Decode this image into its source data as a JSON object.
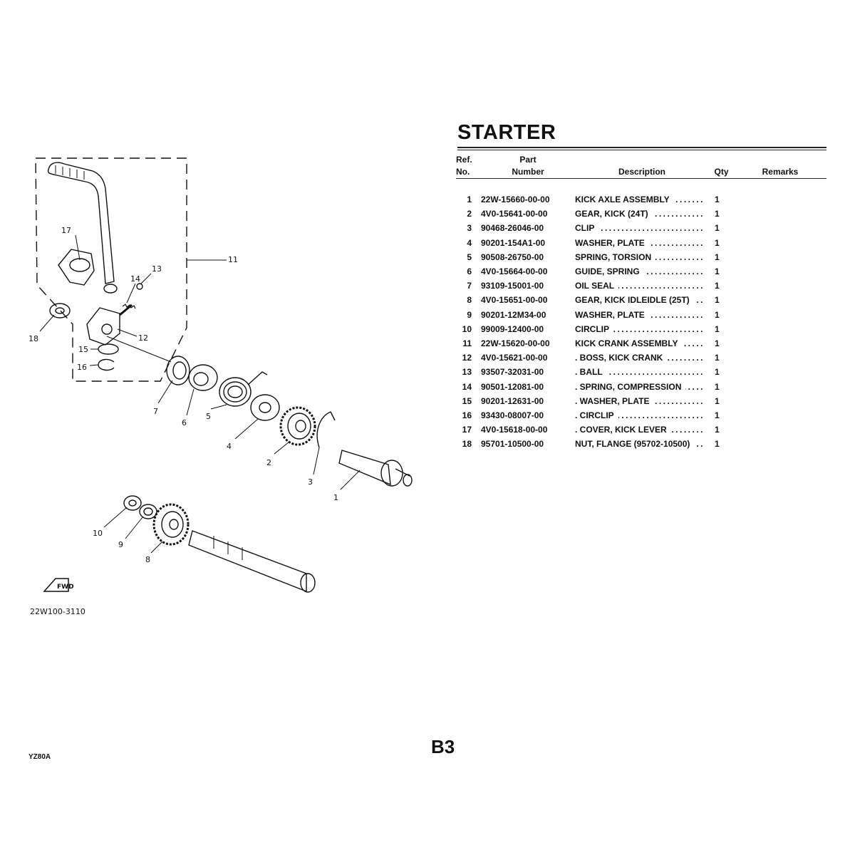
{
  "title": "STARTER",
  "table": {
    "headers": {
      "ref_top": "Ref.",
      "ref_bottom": "No.",
      "part_top": "Part",
      "part_bottom": "Number",
      "description": "Description",
      "qty": "Qty",
      "remarks": "Remarks"
    },
    "rows": [
      {
        "ref": "1",
        "part": "22W-15660-00-00",
        "desc": "KICK AXLE ASSEMBLY",
        "qty": "1"
      },
      {
        "ref": "2",
        "part": "4V0-15641-00-00",
        "desc": "GEAR, KICK (24T)",
        "qty": "1"
      },
      {
        "ref": "3",
        "part": "90468-26046-00",
        "desc": "CLIP",
        "qty": "1"
      },
      {
        "ref": "4",
        "part": "90201-154A1-00",
        "desc": "WASHER, PLATE",
        "qty": "1"
      },
      {
        "ref": "5",
        "part": "90508-26750-00",
        "desc": "SPRING, TORSION",
        "qty": "1"
      },
      {
        "ref": "6",
        "part": "4V0-15664-00-00",
        "desc": "GUIDE, SPRING",
        "qty": "1"
      },
      {
        "ref": "7",
        "part": "93109-15001-00",
        "desc": "OIL SEAL",
        "qty": "1"
      },
      {
        "ref": "8",
        "part": "4V0-15651-00-00",
        "desc": "GEAR, KICK IDLEIDLE (25T)",
        "qty": "1"
      },
      {
        "ref": "9",
        "part": "90201-12M34-00",
        "desc": "WASHER, PLATE",
        "qty": "1"
      },
      {
        "ref": "10",
        "part": "99009-12400-00",
        "desc": "CIRCLIP",
        "qty": "1"
      },
      {
        "ref": "11",
        "part": "22W-15620-00-00",
        "desc": "KICK CRANK ASSEMBLY",
        "qty": "1"
      },
      {
        "ref": "12",
        "part": "4V0-15621-00-00",
        "desc": ". BOSS, KICK CRANK",
        "qty": "1"
      },
      {
        "ref": "13",
        "part": "93507-32031-00",
        "desc": ". BALL",
        "qty": "1"
      },
      {
        "ref": "14",
        "part": "90501-12081-00",
        "desc": ". SPRING, COMPRESSION",
        "qty": "1"
      },
      {
        "ref": "15",
        "part": "90201-12631-00",
        "desc": ". WASHER, PLATE",
        "qty": "1"
      },
      {
        "ref": "16",
        "part": "93430-08007-00",
        "desc": ". CIRCLIP",
        "qty": "1"
      },
      {
        "ref": "17",
        "part": "4V0-15618-00-00",
        "desc": ". COVER, KICK LEVER",
        "qty": "1"
      },
      {
        "ref": "18",
        "part": "95701-10500-00",
        "desc": "NUT, FLANGE (95702-10500)",
        "qty": "1"
      }
    ]
  },
  "diagram": {
    "code": "22W100-3110",
    "fwd_label": "FWD",
    "callouts": [
      "1",
      "2",
      "3",
      "4",
      "5",
      "6",
      "7",
      "8",
      "9",
      "10",
      "11",
      "12",
      "13",
      "14",
      "15",
      "16",
      "17",
      "18"
    ]
  },
  "footer": {
    "model": "YZ80A",
    "page": "B3"
  }
}
